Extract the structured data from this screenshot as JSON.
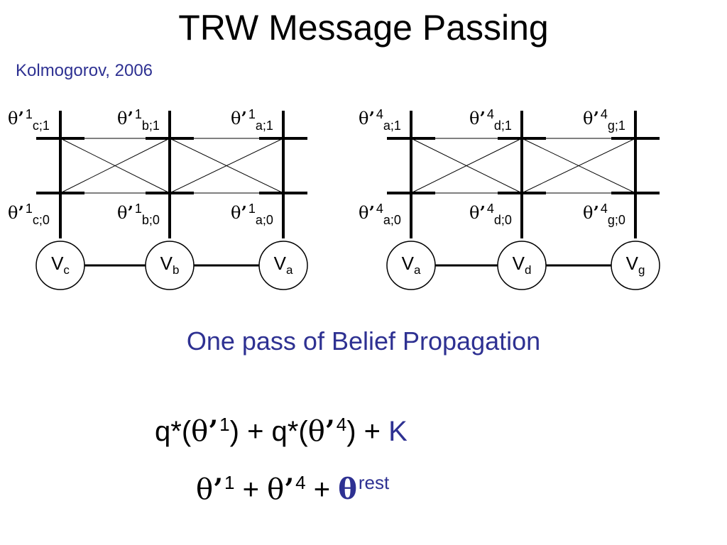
{
  "slide": {
    "title": "TRW Message Passing",
    "author": "Kolmogorov, 2006",
    "subtitle": "One pass of Belief Propagation"
  },
  "symbols": {
    "theta": "θ",
    "prime": "’"
  },
  "left_tree": {
    "superscript": "1",
    "top_labels": [
      "c;1",
      "b;1",
      "a;1"
    ],
    "bottom_labels": [
      "c;0",
      "b;0",
      "a;0"
    ],
    "nodes": [
      {
        "letter": "V",
        "sub": "c"
      },
      {
        "letter": "V",
        "sub": "b"
      },
      {
        "letter": "V",
        "sub": "a"
      }
    ]
  },
  "right_tree": {
    "superscript": "4",
    "top_labels": [
      "a;1",
      "d;1",
      "g;1"
    ],
    "bottom_labels": [
      "a;0",
      "d;0",
      "g;0"
    ],
    "nodes": [
      {
        "letter": "V",
        "sub": "a"
      },
      {
        "letter": "V",
        "sub": "d"
      },
      {
        "letter": "V",
        "sub": "g"
      }
    ]
  },
  "formula1": {
    "q_open": "q*(",
    "sup1": "1",
    "mid": ") + q*(",
    "sup4": "4",
    "close": ") + ",
    "k": "K"
  },
  "formula2": {
    "sup1": "1",
    "plus1": " + ",
    "sup4": "4",
    "plus2": " + ",
    "rest": "rest"
  },
  "colors": {
    "accent": "#2e3192",
    "ink": "#000000"
  }
}
